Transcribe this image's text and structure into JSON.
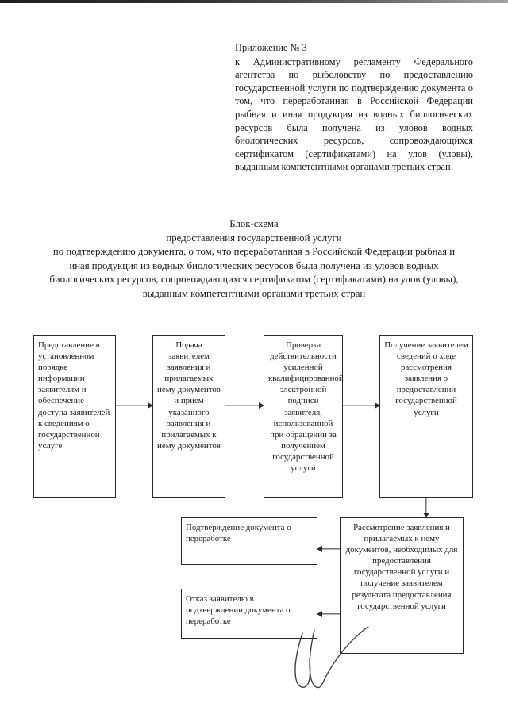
{
  "document": {
    "header": {
      "appendix_line": "Приложение № 3",
      "body": "к Административному регламенту Федерального агентства по рыболовству по предоставлению государственной услуги по подтверждению документа о том, что переработанная в Российской Федерации рыбная и иная продукция из водных биологических ресурсов была получена из уловов водных биологических ресурсов, сопровождающихся сертификатом (сертификатами) на улов (уловы), выданным компетентными органами третьих стран"
    },
    "title": {
      "line1": "Блок-схема",
      "line2": "предоставления государственной услуги",
      "line3": "по подтверждению документа, о том, что переработанная в Российской Федерации рыбная и иная продукция из водных биологических ресурсов была получена из уловов водных биологических ресурсов, сопровождающихся сертификатом (сертификатами) на улов (уловы), выданным компетентными органами третьих стран"
    },
    "flowchart": {
      "boxes": [
        {
          "id": "inform",
          "text": "Представление в установленном порядке информации заявителям и обеспечение доступа заявителей к сведениям о государственной услуге"
        },
        {
          "id": "submit",
          "text": "Подача заявителем заявления и прилагаемых нему документов и прием указанного заявления и прилагаемых к нему документов"
        },
        {
          "id": "verify",
          "text": "Проверка действительности усиленной квалифицированной электронной подписи заявителя, использованной при обращении за получением государственной услуги"
        },
        {
          "id": "status",
          "text": "Получение заявителем сведений о ходе рассмотрения заявления о предоставлении государственной услуги"
        },
        {
          "id": "review",
          "text": "Рассмотрение заявления и прилагаемых к нему документов, необходимых для предоставления государственной услуги и получение заявителем результата предоставления государственной услуги"
        },
        {
          "id": "confirm",
          "text": "Подтверждение документа о переработке"
        },
        {
          "id": "refusal",
          "text": "Отказ заявителю в подтверждении документа о переработке"
        }
      ],
      "connectors": [
        {
          "id": "arrow-1",
          "direction": "right",
          "from": "inform",
          "to": "submit"
        },
        {
          "id": "arrow-2",
          "direction": "right",
          "from": "submit",
          "to": "verify"
        },
        {
          "id": "arrow-3",
          "direction": "right",
          "from": "verify",
          "to": "status"
        },
        {
          "id": "arrow-4",
          "direction": "down",
          "from": "status",
          "to": "review"
        },
        {
          "id": "arrow-5",
          "direction": "left",
          "from": "review",
          "to": "confirm"
        },
        {
          "id": "arrow-6",
          "direction": "left",
          "from": "review",
          "to": "refusal"
        }
      ]
    },
    "annotations": {
      "signature": "handwritten-signature-mark"
    },
    "colors": {
      "ink": "#1b1b1b",
      "line": "#2a2a2a",
      "paper": "#ffffff"
    }
  }
}
